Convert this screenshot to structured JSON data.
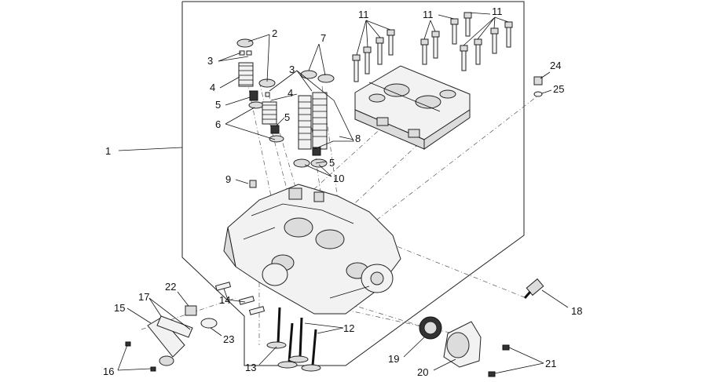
{
  "callouts": [
    {
      "id": "c1",
      "text": "1"
    },
    {
      "id": "c2",
      "text": "2"
    },
    {
      "id": "c3a",
      "text": "3"
    },
    {
      "id": "c3b",
      "text": "3"
    },
    {
      "id": "c4a",
      "text": "4"
    },
    {
      "id": "c4b",
      "text": "4"
    },
    {
      "id": "c5a",
      "text": "5"
    },
    {
      "id": "c5b",
      "text": "5"
    },
    {
      "id": "c5c",
      "text": "5"
    },
    {
      "id": "c6",
      "text": "6"
    },
    {
      "id": "c7",
      "text": "7"
    },
    {
      "id": "c8",
      "text": "8"
    },
    {
      "id": "c9",
      "text": "9"
    },
    {
      "id": "c10",
      "text": "10"
    },
    {
      "id": "c11a",
      "text": "11"
    },
    {
      "id": "c11b",
      "text": "11"
    },
    {
      "id": "c11c",
      "text": "11"
    },
    {
      "id": "c12",
      "text": "12"
    },
    {
      "id": "c13",
      "text": "13"
    },
    {
      "id": "c14",
      "text": "14"
    },
    {
      "id": "c15",
      "text": "15"
    },
    {
      "id": "c16",
      "text": "16"
    },
    {
      "id": "c17",
      "text": "17"
    },
    {
      "id": "c18",
      "text": "18"
    },
    {
      "id": "c19",
      "text": "19"
    },
    {
      "id": "c20",
      "text": "20"
    },
    {
      "id": "c21",
      "text": "21"
    },
    {
      "id": "c22",
      "text": "22"
    },
    {
      "id": "c23",
      "text": "23"
    },
    {
      "id": "c24",
      "text": "24"
    },
    {
      "id": "c25",
      "text": "25"
    }
  ],
  "icons": {
    "cylinder_head": "cylinder-head-icon",
    "camshaft_carrier": "camshaft-carrier-icon",
    "bolt": "bolt-icon",
    "valve_spring": "valve-spring-icon",
    "valve": "valve-icon",
    "thermostat": "thermostat-icon",
    "sensor": "temperature-sensor-icon"
  }
}
